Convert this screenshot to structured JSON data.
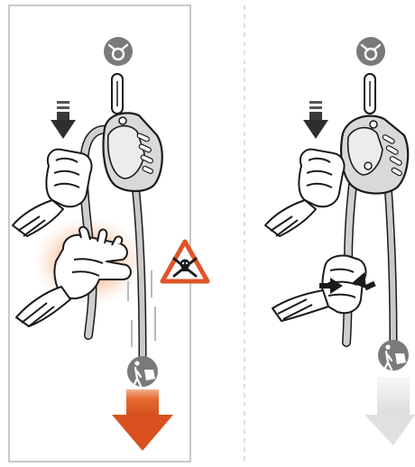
{
  "panels": [
    {
      "id": "left",
      "variant": "incorrect"
    },
    {
      "id": "right",
      "variant": "correct"
    }
  ],
  "icons": {
    "anchor": "anchor-icon",
    "danger": "skull-crossbones-warning-icon",
    "load": "climber-load-icon",
    "push_down": "down-arrow-icon",
    "squeeze": "squeeze-arrows-icon",
    "load_direction": "large-down-arrow-icon"
  },
  "colors": {
    "frame": "#b7b7b7",
    "divider": "#c9c9c9",
    "icon_grey": "#7a7a7a",
    "warning_orange": "#e1542a",
    "arrow_orange_top": "#e36a2c",
    "arrow_orange_bottom": "#d9501e",
    "glow": "#f2a070",
    "light_arrow": "#e0e0e0",
    "outline": "#1a1a1a",
    "device_fill": "#d9d9d9"
  }
}
